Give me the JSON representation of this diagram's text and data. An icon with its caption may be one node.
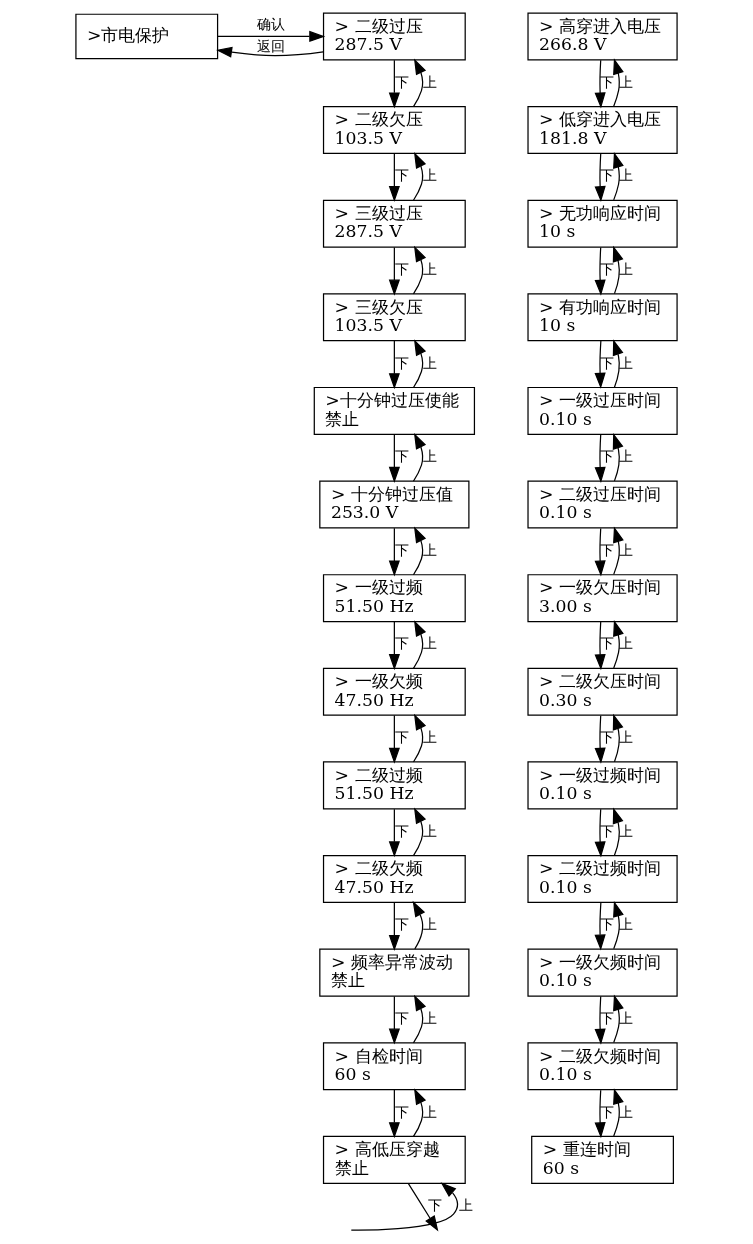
{
  "diagram": {
    "nodes": [
      {
        "text": [
          ">市电保护"
        ]
      },
      {
        "text": [
          "> 二级过压",
          "287.5 V"
        ]
      },
      {
        "text": [
          "> 二级欠压",
          "103.5 V"
        ]
      },
      {
        "text": [
          "> 三级过压",
          "287.5 V"
        ]
      },
      {
        "text": [
          "> 三级欠压",
          "103.5 V"
        ]
      },
      {
        "text": [
          ">十分钟过压使能",
          "禁止"
        ]
      },
      {
        "text": [
          "> 十分钟过压值",
          "253.0 V"
        ]
      },
      {
        "text": [
          "> 一级过频",
          "51.50 Hz"
        ]
      },
      {
        "text": [
          "> 一级欠频",
          "47.50 Hz"
        ]
      },
      {
        "text": [
          "> 二级过频",
          "51.50 Hz"
        ]
      },
      {
        "text": [
          "> 二级欠频",
          "47.50 Hz"
        ]
      },
      {
        "text": [
          "> 频率异常波动",
          "禁止"
        ]
      },
      {
        "text": [
          "> 自检时间",
          "60 s"
        ]
      },
      {
        "text": [
          "> 高低压穿越",
          "禁止"
        ]
      },
      {
        "text": [
          "> 高穿进入电压",
          "266.8 V"
        ]
      },
      {
        "text": [
          "> 低穿进入电压",
          "181.8 V"
        ]
      },
      {
        "text": [
          "> 无功响应时间",
          "10 s"
        ]
      },
      {
        "text": [
          "> 有功响应时间",
          "10 s"
        ]
      },
      {
        "text": [
          "> 一级过压时间",
          "0.10 s"
        ]
      },
      {
        "text": [
          "> 二级过压时间",
          "0.10 s"
        ]
      },
      {
        "text": [
          "> 一级欠压时间",
          "3.00 s"
        ]
      },
      {
        "text": [
          "> 二级欠压时间",
          "0.30 s"
        ]
      },
      {
        "text": [
          "> 一级过频时间",
          "0.10 s"
        ]
      },
      {
        "text": [
          "> 二级过频时间",
          "0.10 s"
        ]
      },
      {
        "text": [
          "> 一级欠频时间",
          "0.10 s"
        ]
      },
      {
        "text": [
          "> 二级欠频时间",
          "0.10 s"
        ]
      },
      {
        "text": [
          "> 重连时间",
          "60 s"
        ]
      }
    ],
    "edges": [
      {
        "from": 0,
        "to": 1,
        "arrow": "to",
        "label": "确认"
      },
      {
        "from": 1,
        "to": 0,
        "arrow": "to",
        "label": "返回"
      },
      {
        "from": 2,
        "to": 1,
        "arrow": "to",
        "label": "上"
      },
      {
        "from": 1,
        "to": 2,
        "arrow": "to",
        "label": "下"
      },
      {
        "from": 3,
        "to": 2,
        "arrow": "to",
        "label": "上"
      },
      {
        "from": 2,
        "to": 3,
        "arrow": "to",
        "label": "下"
      },
      {
        "from": 4,
        "to": 3,
        "arrow": "to",
        "label": "上"
      },
      {
        "from": 3,
        "to": 4,
        "arrow": "to",
        "label": "下"
      },
      {
        "from": 5,
        "to": 4,
        "arrow": "to",
        "label": "上"
      },
      {
        "from": 4,
        "to": 5,
        "arrow": "to",
        "label": "下"
      },
      {
        "from": 6,
        "to": 5,
        "arrow": "to",
        "label": "上"
      },
      {
        "from": 5,
        "to": 6,
        "arrow": "to",
        "label": "下"
      },
      {
        "from": 7,
        "to": 6,
        "arrow": "to",
        "label": "上"
      },
      {
        "from": 6,
        "to": 7,
        "arrow": "to",
        "label": "下"
      },
      {
        "from": 8,
        "to": 7,
        "arrow": "to",
        "label": "上"
      },
      {
        "from": 7,
        "to": 8,
        "arrow": "to",
        "label": "下"
      },
      {
        "from": 9,
        "to": 8,
        "arrow": "to",
        "label": "上"
      },
      {
        "from": 8,
        "to": 9,
        "arrow": "to",
        "label": "下"
      },
      {
        "from": 10,
        "to": 9,
        "arrow": "to",
        "label": "上"
      },
      {
        "from": 9,
        "to": 10,
        "arrow": "to",
        "label": "下"
      },
      {
        "from": 11,
        "to": 10,
        "arrow": "to",
        "label": "上"
      },
      {
        "from": 10,
        "to": 11,
        "arrow": "to",
        "label": "下"
      },
      {
        "from": 12,
        "to": 11,
        "arrow": "to",
        "label": "上"
      },
      {
        "from": 11,
        "to": 12,
        "arrow": "to",
        "label": "下"
      },
      {
        "from": 13,
        "to": 12,
        "arrow": "to",
        "label": "上"
      },
      {
        "from": 12,
        "to": 13,
        "arrow": "to",
        "label": "下"
      },
      {
        "from": null,
        "to": 13,
        "arrow": "to",
        "label": "上"
      },
      {
        "from": 13,
        "to": null,
        "arrow": "to",
        "label": "下"
      },
      {
        "from": 15,
        "to": 14,
        "arrow": "to",
        "label": "上"
      },
      {
        "from": 14,
        "to": 15,
        "arrow": "to",
        "label": "下"
      },
      {
        "from": 16,
        "to": 15,
        "arrow": "to",
        "label": "上"
      },
      {
        "from": 15,
        "to": 16,
        "arrow": "to",
        "label": "下"
      },
      {
        "from": 17,
        "to": 16,
        "arrow": "to",
        "label": "上"
      },
      {
        "from": 16,
        "to": 17,
        "arrow": "to",
        "label": "下"
      },
      {
        "from": 18,
        "to": 17,
        "arrow": "to",
        "label": "上"
      },
      {
        "from": 17,
        "to": 18,
        "arrow": "to",
        "label": "下"
      },
      {
        "from": 19,
        "to": 18,
        "arrow": "to",
        "label": "上"
      },
      {
        "from": 18,
        "to": 19,
        "arrow": "to",
        "label": "下"
      },
      {
        "from": 20,
        "to": 19,
        "arrow": "to",
        "label": "上"
      },
      {
        "from": 19,
        "to": 20,
        "arrow": "to",
        "label": "下"
      },
      {
        "from": 21,
        "to": 20,
        "arrow": "to",
        "label": "上"
      },
      {
        "from": 20,
        "to": 21,
        "arrow": "to",
        "label": "下"
      },
      {
        "from": 22,
        "to": 21,
        "arrow": "to",
        "label": "上"
      },
      {
        "from": 21,
        "to": 22,
        "arrow": "to",
        "label": "下"
      },
      {
        "from": 23,
        "to": 22,
        "arrow": "to",
        "label": "上"
      },
      {
        "from": 22,
        "to": 23,
        "arrow": "to",
        "label": "下"
      },
      {
        "from": 24,
        "to": 23,
        "arrow": "to",
        "label": "上"
      },
      {
        "from": 23,
        "to": 24,
        "arrow": "to",
        "label": "下"
      },
      {
        "from": 25,
        "to": 24,
        "arrow": "to",
        "label": "上"
      },
      {
        "from": 24,
        "to": 25,
        "arrow": "to",
        "label": "下"
      },
      {
        "from": 26,
        "to": 25,
        "arrow": "to",
        "label": "上"
      },
      {
        "from": 25,
        "to": 26,
        "arrow": "to",
        "label": "下"
      }
    ]
  }
}
